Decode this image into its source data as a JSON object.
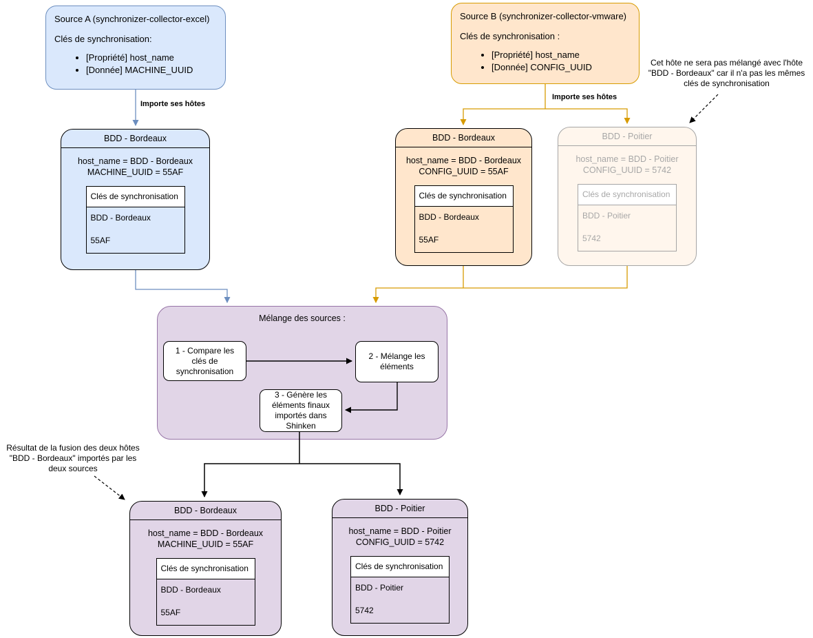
{
  "colors": {
    "blue_fill": "#dae8fc",
    "blue_stroke": "#6c8ebf",
    "orange_fill": "#ffe6cc",
    "orange_stroke": "#d79b00",
    "purple_fill": "#e1d5e7",
    "purple_stroke": "#9673a6",
    "edge_black": "#000000"
  },
  "source_a": {
    "title": "Source A (synchronizer-collector-excel)",
    "keys_label": "Clés de synchronisation:",
    "bullets": [
      "[Propriété] host_name",
      "[Donnée] MACHINE_UUID"
    ]
  },
  "source_b": {
    "title": "Source B (synchronizer-collector-vmware)",
    "keys_label": "Clés de synchronisation :",
    "bullets": [
      "[Propriété] host_name",
      "[Donnée] CONFIG_UUID"
    ]
  },
  "edges": {
    "import_a_label": "Importe ses hôtes",
    "import_b_label": "Importe ses hôtes"
  },
  "cards": {
    "blue_bordeaux": {
      "title": "BDD - Bordeaux",
      "line1": "host_name = BDD - Bordeaux",
      "line2": "MACHINE_UUID = 55AF",
      "table_header": "Clés de synchronisation",
      "keys": [
        "BDD - Bordeaux",
        "55AF"
      ]
    },
    "orange_bordeaux": {
      "title": "BDD - Bordeaux",
      "line1": "host_name = BDD - Bordeaux",
      "line2": "CONFIG_UUID = 55AF",
      "table_header": "Clés de synchronisation",
      "keys": [
        "BDD - Bordeaux",
        "55AF"
      ]
    },
    "faded_poitier": {
      "title": "BDD - Poitier",
      "line1": "host_name = BDD - Poitier",
      "line2": "CONFIG_UUID = 5742",
      "table_header": "Clés de synchronisation",
      "keys": [
        "BDD - Poitier",
        "5742"
      ]
    },
    "merged_bordeaux": {
      "title": "BDD - Bordeaux",
      "line1": "host_name = BDD - Bordeaux",
      "line2": "MACHINE_UUID = 55AF",
      "table_header": "Clés de synchronisation",
      "keys": [
        "BDD - Bordeaux",
        "55AF"
      ]
    },
    "merged_poitier": {
      "title": "BDD - Poitier",
      "line1": "host_name = BDD - Poitier",
      "line2": "CONFIG_UUID = 5742",
      "table_header": "Clés de synchronisation",
      "keys": [
        "BDD - Poitier",
        "5742"
      ]
    }
  },
  "merge": {
    "title": "Mélange des sources :",
    "steps": [
      "1 - Compare les clés de synchronisation",
      "2 - Mélange les éléments",
      "3 - Génère les éléments finaux importés dans Shinken"
    ]
  },
  "annotations": {
    "no_merge_note": {
      "lines": [
        "Cet hôte ne sera pas mélangé avec l'hôte",
        "\"BDD - Bordeaux\" car il n'a pas les mêmes",
        "clés de synchronisation"
      ]
    },
    "fusion_note": {
      "lines": [
        "Résultat de la fusion des deux hôtes",
        "\"BDD - Bordeaux\" importés par les",
        "deux sources"
      ]
    }
  }
}
